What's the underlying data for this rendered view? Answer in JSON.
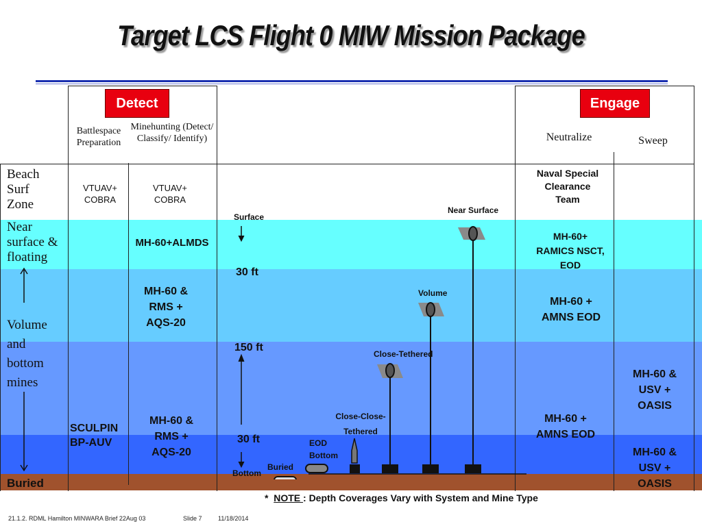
{
  "title": "Target LCS Flight 0 MIW Mission Package",
  "detect": {
    "label": "Detect",
    "columns": {
      "battlespace": "Battlespace Preparation",
      "minehunting": "Minehunting (Detect/ Classify/ Identify)"
    }
  },
  "engage": {
    "label": "Engage",
    "columns": {
      "neutralize": "Neutralize",
      "sweep": "Sweep"
    }
  },
  "zones": {
    "beach": "Beach Surf Zone",
    "near": "Near surface & floating",
    "volume": "Volume and bottom mines",
    "buried": "Buried"
  },
  "systems": {
    "beach_battlespace": "VTUAV+ COBRA",
    "beach_minehunting": "VTUAV+ COBRA",
    "near_minehunting": "MH-60+ALMDS",
    "volume_minehunting": "MH-60 & RMS + AQS-20",
    "bottom_battlespace": "SCULPIN BP-AUV",
    "bottom_minehunting": "MH-60 & RMS + AQS-20",
    "beach_neutralize": "Naval Special Clearance Team",
    "near_neutralize": "MH-60+ RAMICS NSCT, EOD",
    "volume_neutralize": "MH-60 + AMNS EOD",
    "bottom_neutralize": "MH-60 + AMNS EOD",
    "volume_sweep": "MH-60 & USV + OASIS",
    "bottom_sweep": "MH-60 & USV + OASIS"
  },
  "depth": {
    "surface": "Surface",
    "d30": "30 ft",
    "d150": "150 ft",
    "d30b": "30 ft",
    "bottom": "Bottom"
  },
  "mines": {
    "near_surface": "Near Surface",
    "volume": "Volume",
    "close_tethered": "Close-Tethered",
    "close_close_tethered": "Close-Close-Tethered",
    "eod_bottom": "EOD Bottom",
    "buried": "Buried"
  },
  "note": {
    "star": "*",
    "label": "NOTE ",
    "text": ": Depth Coverages Vary with System and Mine Type"
  },
  "footer": {
    "brief": "21.1.2. RDML Hamilton MINWARA Brief 22Aug 03",
    "slide": "Slide 7",
    "date": "11/18/2014"
  },
  "colors": {
    "band_near": "#66ffff",
    "band_volume1": "#66ccff",
    "band_volume2": "#6699ff",
    "band_bottom": "#3366ff",
    "band_buried": "#a0522d",
    "red": "#e8000f",
    "rule": "#1a2fb0"
  }
}
